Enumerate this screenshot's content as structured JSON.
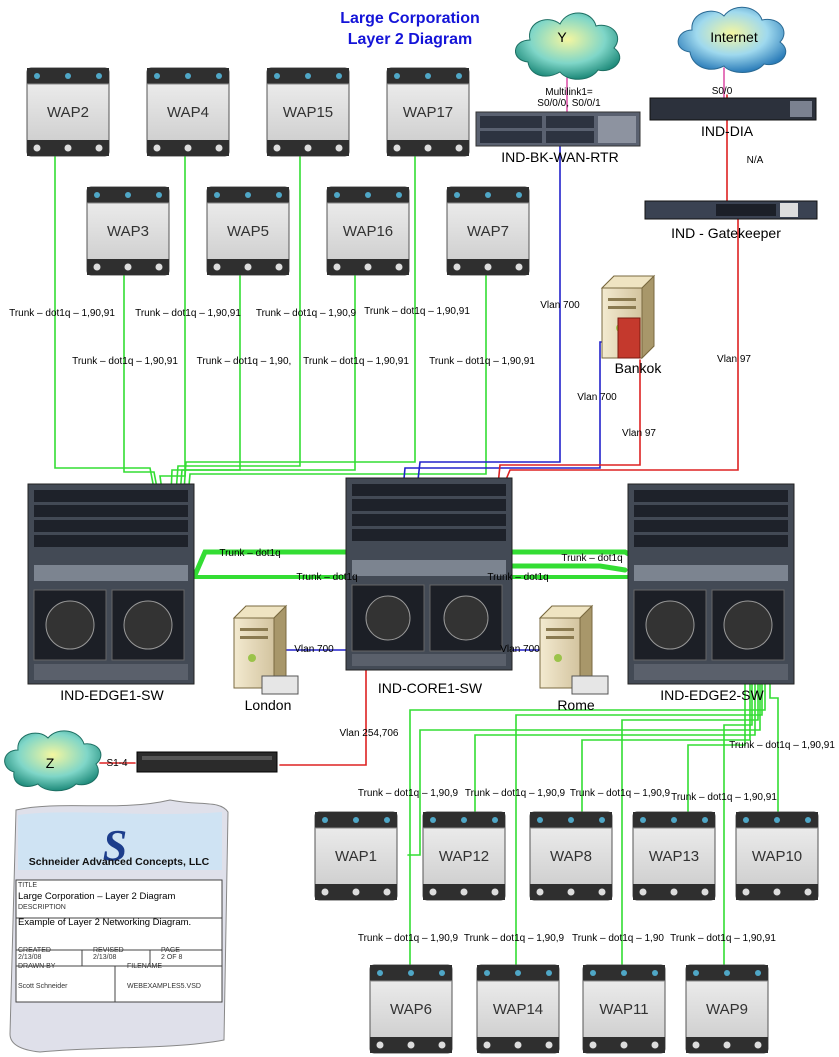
{
  "diagram": {
    "title_line1": "Large Corporation",
    "title_line2": "Layer 2 Diagram",
    "clouds": {
      "y": "Y",
      "internet": "Internet",
      "z": "Z"
    },
    "devices": {
      "wan_router": "IND-BK-WAN-RTR",
      "dia": "IND-DIA",
      "gatekeeper": "IND - Gatekeeper",
      "edge1": "IND-EDGE1-SW",
      "core1": "IND-CORE1-SW",
      "edge2": "IND-EDGE2-SW"
    },
    "servers": {
      "bankok": "Bankok",
      "london": "London",
      "rome": "Rome"
    },
    "waps_top": [
      "WAP2",
      "WAP4",
      "WAP15",
      "WAP17",
      "WAP3",
      "WAP5",
      "WAP16",
      "WAP7"
    ],
    "waps_bottom": [
      "WAP1",
      "WAP12",
      "WAP8",
      "WAP13",
      "WAP10",
      "WAP6",
      "WAP14",
      "WAP11",
      "WAP9"
    ],
    "link_labels": {
      "multilink_1": "Multilink1=",
      "multilink_2": "S0/0/0, S0/0/1",
      "s00": "S0/0",
      "na": "N/A",
      "vlan700_a": "Vlan 700",
      "vlan700_b": "Vlan 700",
      "vlan97_a": "Vlan 97",
      "vlan97_b": "Vlan 97",
      "vlan700_london": "Vlan 700",
      "vlan700_rome": "Vlan 700",
      "vlan254": "Vlan 254,706",
      "s14": "S1-4",
      "trunk_dot1q_1": "Trunk – dot1q",
      "trunk_dot1q_2": "Trunk – dot1q",
      "trunk_dot1q_3": "Trunk – dot1q",
      "trunk_dot1q_4": "Trunk – dot1q",
      "top_row1": [
        "Trunk – dot1q – 1,90,91",
        "Trunk – dot1q – 1,90,91",
        "Trunk – dot1q – 1,90,9",
        "Trunk – dot1q – 1,90,91"
      ],
      "top_row2": [
        "Trunk – dot1q – 1,90,91",
        "Trunk – dot1q – 1,90,",
        "Trunk – dot1q – 1,90,91",
        "Trunk – dot1q – 1,90,91"
      ],
      "bottom_right": "Trunk – dot1q – 1,90,91",
      "bottom_row1": [
        "Trunk – dot1q – 1,90,9",
        "Trunk – dot1q – 1,90,9",
        "Trunk – dot1q – 1,90,9",
        "Trunk – dot1q – 1,90,91"
      ],
      "bottom_row2": [
        "Trunk – dot1q – 1,90,9",
        "Trunk – dot1q – 1,90,9",
        "Trunk – dot1q – 1,90",
        "Trunk – dot1q – 1,90,91"
      ]
    },
    "colors": {
      "green": "#33dd33",
      "blue": "#2222cc",
      "red": "#dd2222",
      "title": "#1414d8"
    }
  },
  "title_block": {
    "company": "Schneider Advanced Concepts, LLC",
    "title_label": "TITLE",
    "title_value": "Large Corporation – Layer 2 Diagram",
    "description_label": "DESCRIPTION",
    "description_value": "Example of Layer 2 Networking Diagram.",
    "created_label": "CREATED",
    "created_value": "2/13/08",
    "revised_label": "REVISED",
    "revised_value": "2/13/08",
    "page_label": "PAGE",
    "page_value": "2 OF 8",
    "drawn_label": "DRAWN BY",
    "drawn_value": "Scott Schneider",
    "filename_label": "FILENAME",
    "filename_value": "WEBEXAMPLES5.VSD"
  }
}
